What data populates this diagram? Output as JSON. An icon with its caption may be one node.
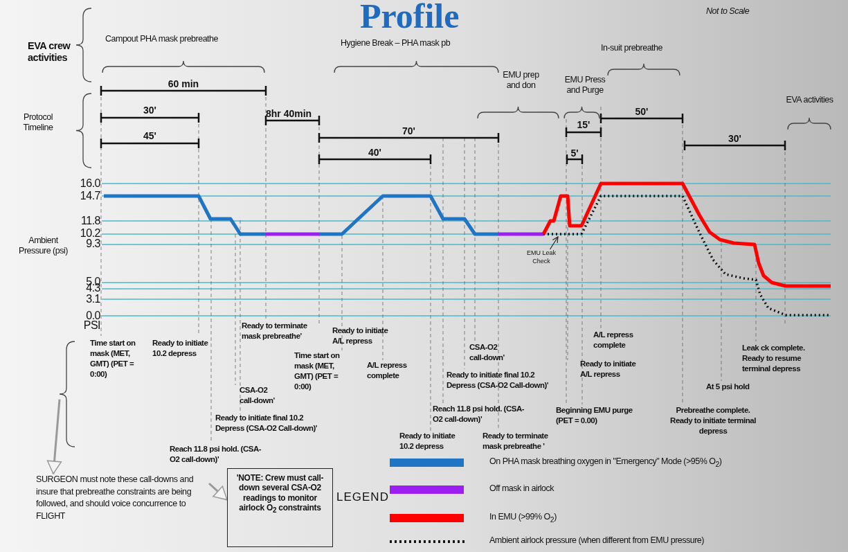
{
  "diagram": {
    "title": "Profile",
    "nodes": [
      {
        "text": [
          "EMU Leak Check"
        ]
      },
      {
        "text": [
          "SURGEON must note these call-downs and insure that prebreathe constraints are being followed, and should voice concurrence to FLIGHT"
        ]
      },
      {
        "text": [
          "'NOTE: Crew must call-down several CSA-O2 readings to monitor airlock O$_{2}$ constraints"
        ]
      },
      {
        "text": [],
        "shape": "brace"
      }
    ],
    "edges": [
      {
        "from": 0,
        "to": null,
        "arrow": "to",
        "color": "#222222"
      },
      {
        "from": 3,
        "to": 1,
        "arrow": "to"
      },
      {
        "from": 1,
        "to": 2,
        "arrow": "to"
      }
    ],
    "labels": [
      "Not to Scale",
      "EVA crew activities",
      "Campout PHA mask prebreathe",
      "Hygiene Break – PHA mask pb",
      "In-suit prebreathe",
      "60 min",
      "EMU prep and don",
      "EMU Press and Purge",
      "Protocol Timeline",
      "30'",
      "8hr 40min",
      "50'",
      "EVA activities",
      "45'",
      "15'",
      "70'",
      "30'",
      "40'",
      "5'",
      "16.0",
      "14.7",
      "11.8",
      "10.2",
      "9.3",
      "Ambient Pressure (psi)",
      "5.0",
      "4.3",
      "3.1",
      "0.0",
      "PSI",
      "Ready to terminate mask prebreathe'",
      "Ready to initiate A/L repress",
      "A/L repress complete",
      "Time start on mask (MET, GMT) (PET = 0:00)",
      "Ready to initiate 10.2 depress",
      "CSA-O2 call-down'",
      "Leak ck complete. Ready to resume terminal depress",
      "Time start on mask (MET, GMT) (PET = 0:00)",
      "A/L repress complete",
      "Ready to initiate final 10.2 Depress (CSA-O2 Call-down)'",
      "Ready to initiate A/L repress",
      "At 5 psi hold",
      "CSA-O2 call-down'",
      "Reach 11.8 psi hold. (CSA-O2 call-down)'",
      "Beginning EMU purge (PET = 0.00)",
      "Prebreathe complete. Ready to initiate terminal depress",
      "Ready to initiate final 10.2 Depress (CSA-O2 Call-down)'",
      "Ready to initiate 10.2 depress",
      "Ready to terminate mask prebreathe '",
      "Reach 11.8 psi hold. (CSA-O2 call-down)'",
      "LEGEND"
    ],
    "legend": [
      {
        "text": "On PHA   mask breathing oxygen in \"Emergency\" Mode (>95% O$_{2}$)",
        "color": "#1f74c4"
      },
      {
        "text": "Off mask in airlock",
        "color": "#9b1ff0"
      },
      {
        "text": "In EMU (>99% O$_{2}$)",
        "color": "#ff0000"
      },
      {
        "text": "Ambient airlock pressure (when different from EMU pressure)"
      }
    ]
  }
}
